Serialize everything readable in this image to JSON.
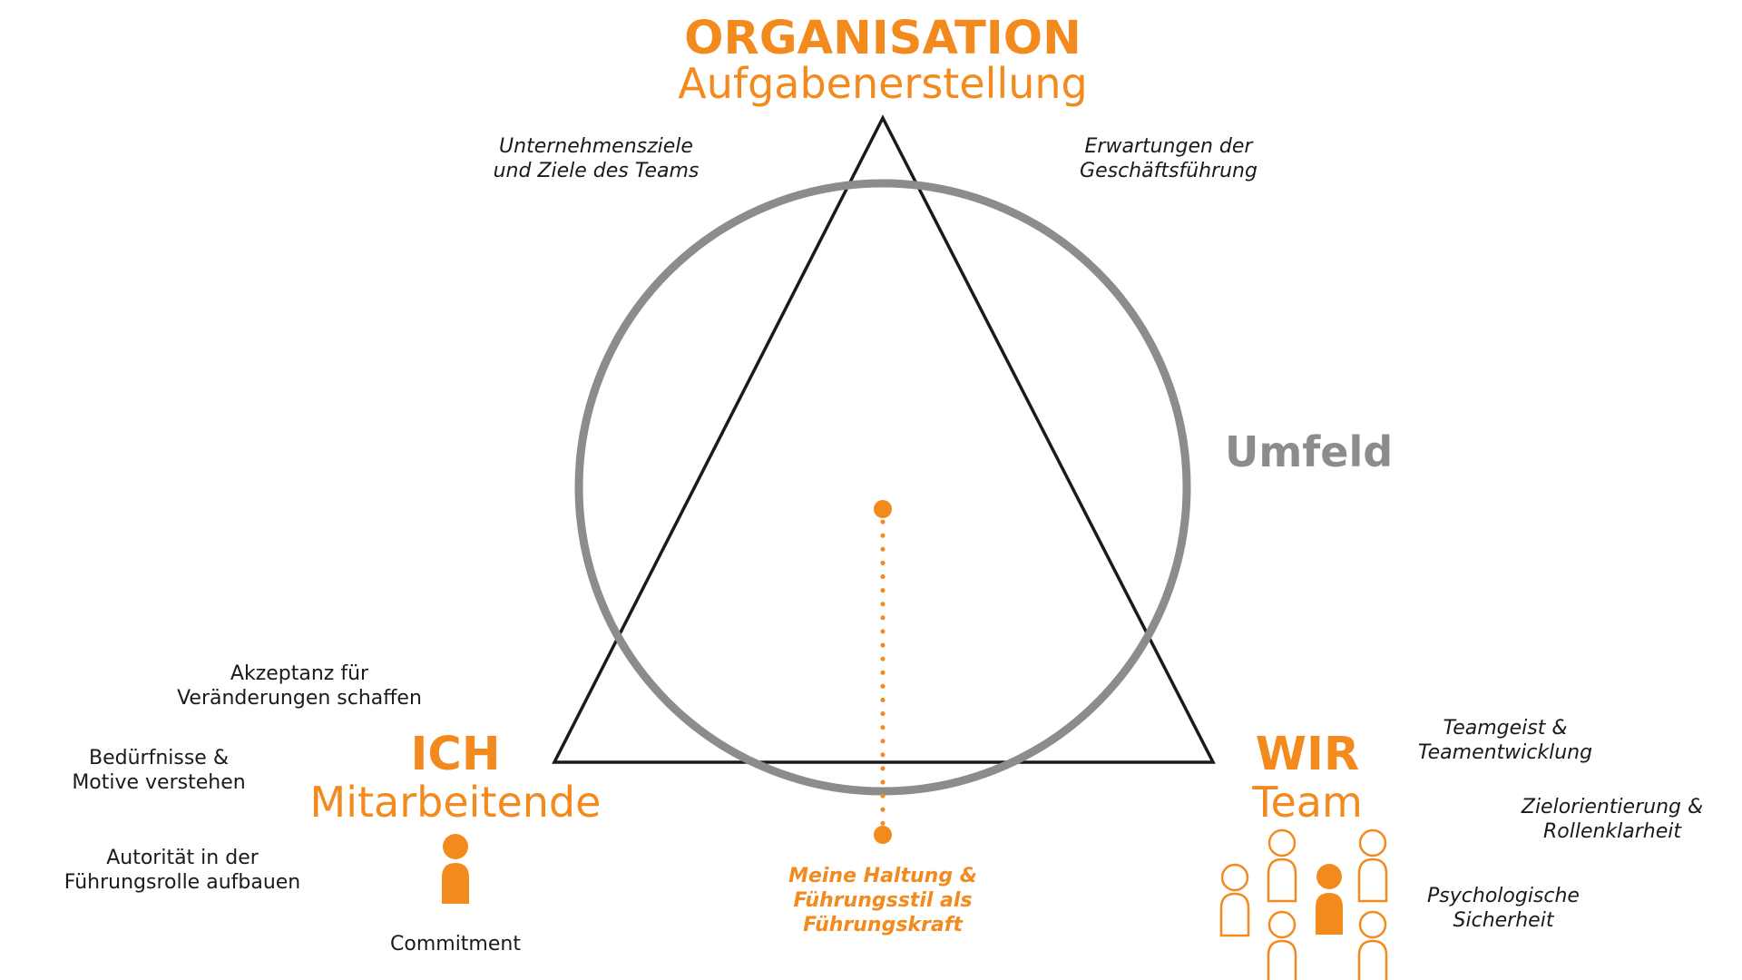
{
  "colors": {
    "accent": "#f28a1e",
    "circle": "#8c8c8c",
    "line": "#1a1a1a",
    "text": "#1a1a1a"
  },
  "top": {
    "title": "ORGANISATION",
    "subtitle": "Aufgabenerstellung",
    "note_left": "Unternehmensziele\nund Ziele des Teams",
    "note_right": "Erwartungen der\nGeschäftsführung"
  },
  "environment": {
    "label": "Umfeld"
  },
  "left": {
    "title": "ICH",
    "subtitle": "Mitarbeitende",
    "notes": [
      "Akzeptanz für\nVeränderungen schaffen",
      "Bedürfnisse &\nMotive verstehen",
      "Autorität in der\nFührungsrolle aufbauen"
    ],
    "caption": "Commitment",
    "icon": "person-filled-icon"
  },
  "right": {
    "title": "WIR",
    "subtitle": "Team",
    "notes": [
      "Teamgeist &\nTeamentwicklung",
      "Zielorientierung &\nRollenklarheit",
      "Psychologische\nSicherheit"
    ],
    "icon": "team-group-icon"
  },
  "center": {
    "caption": "Meine Haltung &\nFührungsstil als\nFührungskraft"
  }
}
